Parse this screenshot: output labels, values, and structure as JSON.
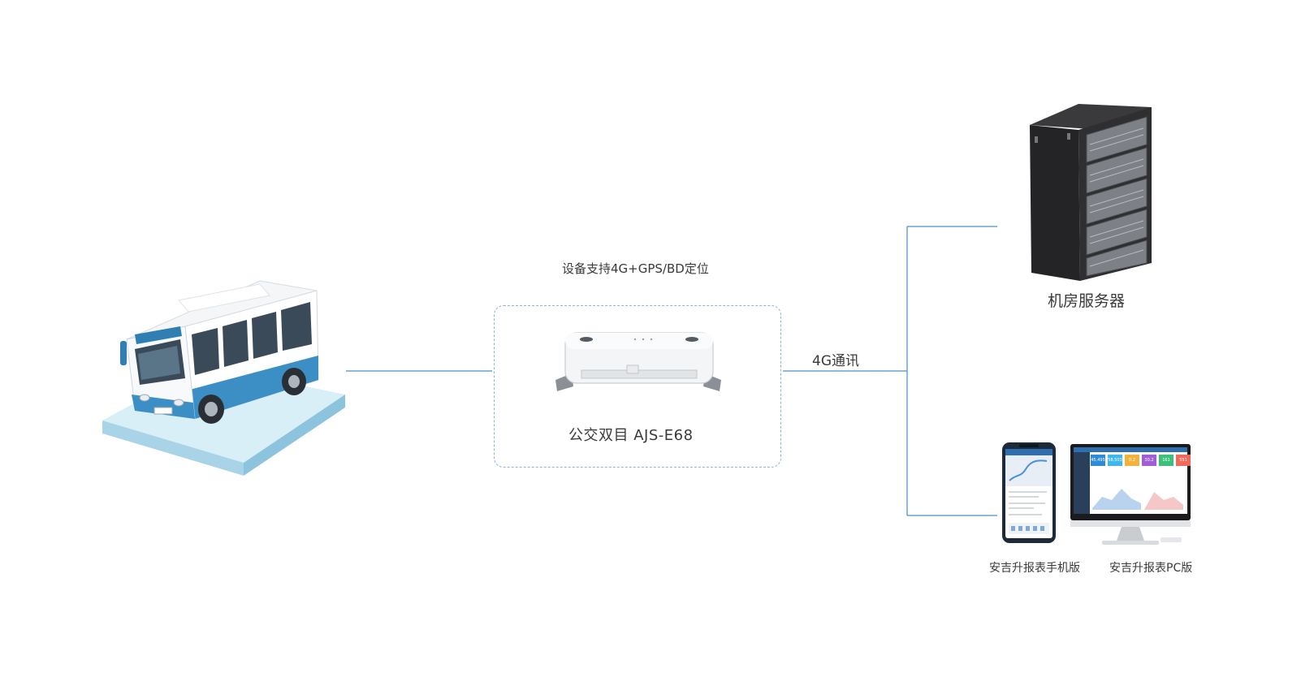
{
  "labels": {
    "positioning": "设备支持4G+GPS/BD定位",
    "device_name": "公交双目 AJS-E68",
    "comm": "4G通讯",
    "server": "机房服务器",
    "mobile": "安吉升报表手机版",
    "pc": "安吉升报表PC版"
  },
  "pc_stats": [
    "45,495",
    "58,503",
    "0.2",
    "30.2",
    "161",
    "551"
  ],
  "colors": {
    "line": "#4a90c8",
    "dashed_border": "#8fb3d6",
    "bus_blue": "#3b8fc4",
    "platform": "#bfe3f2",
    "server_body": "#2c2c2e"
  }
}
